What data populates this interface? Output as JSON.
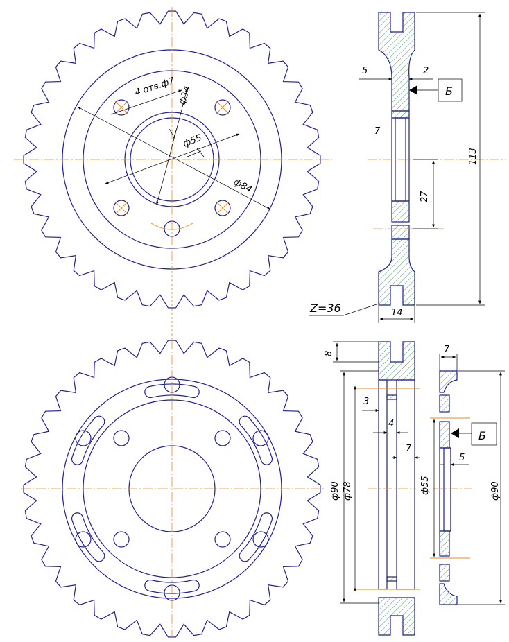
{
  "colors": {
    "outline": "#1f1f9a",
    "centerline": "#f08a1e",
    "hatch": "#2e8b57",
    "dimension": "#000000",
    "background": "#ffffff"
  },
  "front_view": {
    "label_holes": "4 отв.ф7",
    "label_d34": "ф34",
    "label_d55": "ф55",
    "label_d84": "ф84",
    "teeth_count": 36
  },
  "section_top": {
    "dim_5": "5",
    "dim_2": "2",
    "base_label": "Б",
    "dim_7": "7",
    "dim_27": "27",
    "dim_113": "113",
    "dim_14": "14",
    "teeth_label": "Z=36"
  },
  "section_bottom": {
    "dim_8": "8",
    "dim_3": "3",
    "dim_4": "4",
    "dim_7": "7",
    "dim_d90": "ф90",
    "dim_d78": "ф78",
    "dim_d55": "ф55"
  },
  "section_right": {
    "dim_7": "7",
    "base_label": "Б",
    "dim_5": "5",
    "dim_d90": "ф90"
  }
}
